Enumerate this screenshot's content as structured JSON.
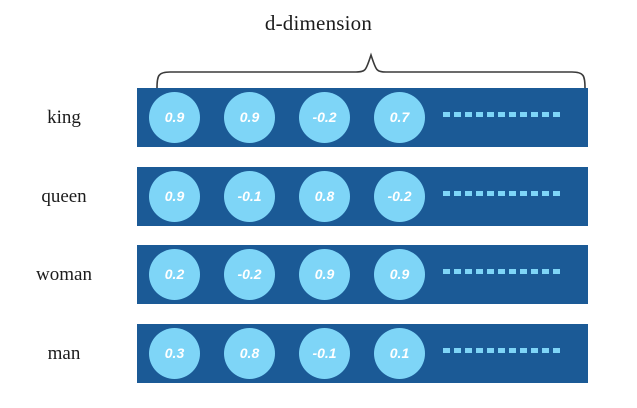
{
  "title": "d-dimension",
  "colors": {
    "background": "#ffffff",
    "bar": "#1b5a96",
    "cell": "#7ed5f7",
    "cell_text": "#ffffff",
    "label_text": "#1c1c1c",
    "brace": "#3a3a3a"
  },
  "brace": {
    "name": "dimension-brace",
    "span_label": "d-dimension"
  },
  "ellipsis": {
    "dot_count": 11,
    "glyph": "dashed-ellipsis"
  },
  "chart_data": {
    "type": "table",
    "title": "d-dimension",
    "xlabel": "d-dimension",
    "ylabel": "",
    "categories": [
      "king",
      "queen",
      "woman",
      "man"
    ],
    "dimension_label": "d-dimension",
    "truncated": true,
    "truncation_marker": "...........",
    "series": [
      {
        "name": "king",
        "values": [
          0.9,
          0.9,
          -0.2,
          0.7
        ]
      },
      {
        "name": "queen",
        "values": [
          0.9,
          -0.1,
          0.8,
          -0.2
        ]
      },
      {
        "name": "woman",
        "values": [
          0.2,
          -0.2,
          0.9,
          0.9
        ]
      },
      {
        "name": "man",
        "values": [
          0.3,
          0.8,
          -0.1,
          0.1
        ]
      }
    ]
  },
  "rows": [
    {
      "label": "king",
      "cells": [
        "0.9",
        "0.9",
        "-0.2",
        "0.7"
      ]
    },
    {
      "label": "queen",
      "cells": [
        "0.9",
        "-0.1",
        "0.8",
        "-0.2"
      ]
    },
    {
      "label": "woman",
      "cells": [
        "0.2",
        "-0.2",
        "0.9",
        "0.9"
      ]
    },
    {
      "label": "man",
      "cells": [
        "0.3",
        "0.8",
        "-0.1",
        "0.1"
      ]
    }
  ]
}
